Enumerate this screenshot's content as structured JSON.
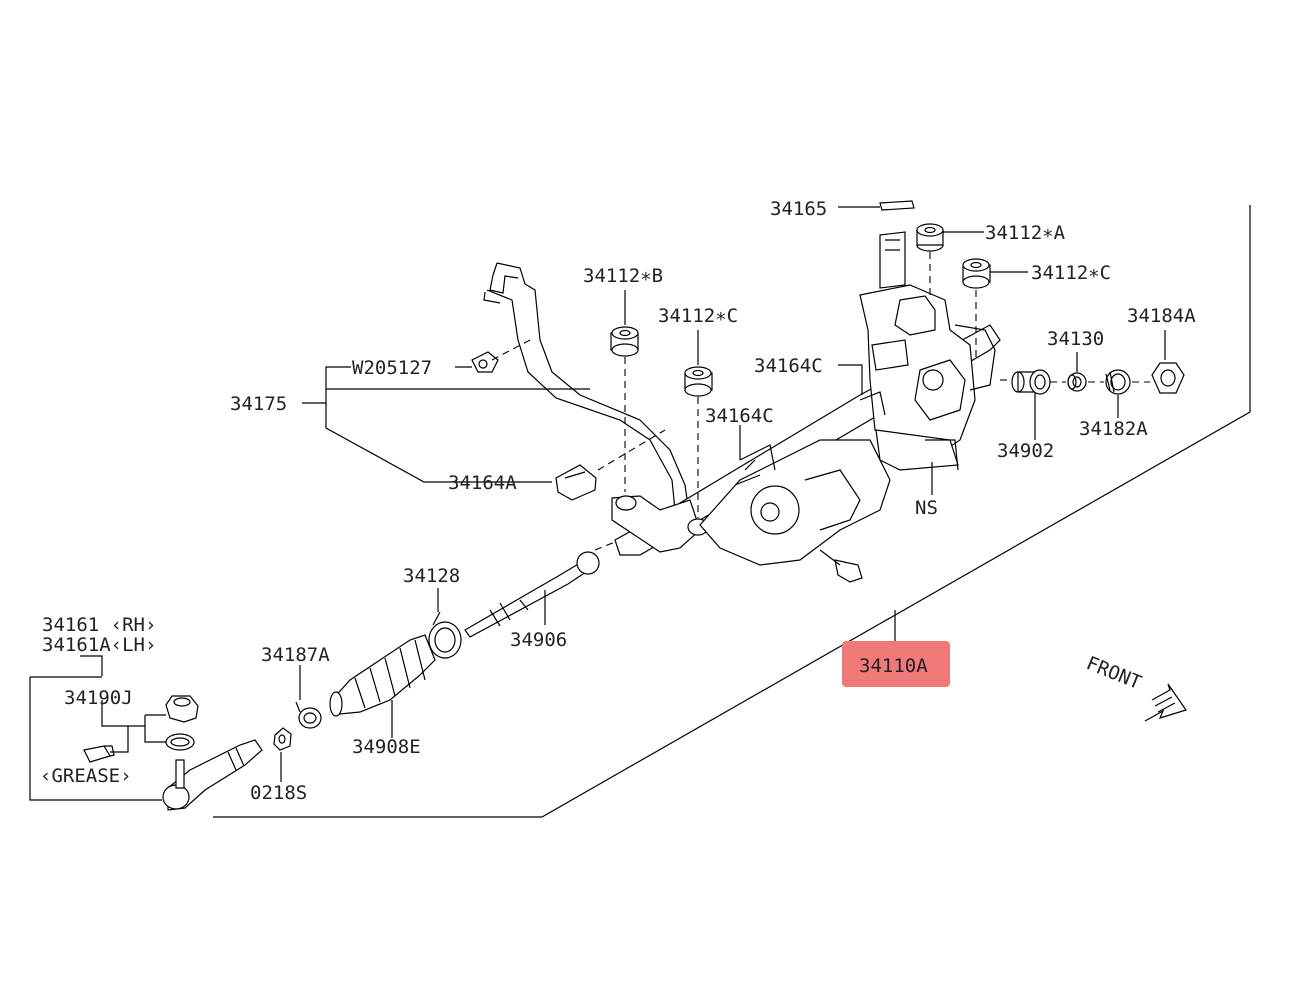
{
  "labels": {
    "p34165": "34165",
    "p34112A": "34112∗A",
    "p34112C_top": "34112∗C",
    "p34112B": "34112∗B",
    "p34112C_mid": "34112∗C",
    "p34184A": "34184A",
    "p34130": "34130",
    "p34164C_1": "34164C",
    "p34164C_2": "34164C",
    "pW205127": "W205127",
    "p34175": "34175",
    "p34164A": "34164A",
    "p34902": "34902",
    "p34182A": "34182A",
    "pNS": "NS",
    "p34128": "34128",
    "p34906": "34906",
    "p34161_rh": "34161 ‹RH›",
    "p34161A_lh": "34161A‹LH›",
    "p34187A": "34187A",
    "p34190J": "34190J",
    "p34908E": "34908E",
    "grease": "‹GREASE›",
    "p0218S": "0218S",
    "p34110A": "34110A",
    "front": "FRONT"
  },
  "highlight_color": "#f07a7a"
}
